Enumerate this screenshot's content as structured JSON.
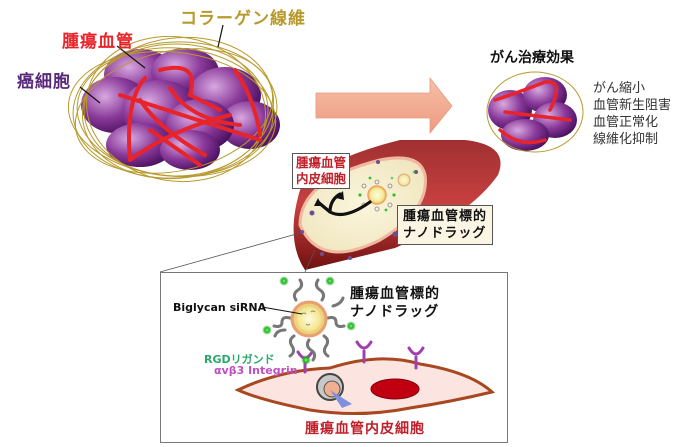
{
  "labels": {
    "collagen": "コラーゲン線維",
    "tumor_vessel": "腫瘍血管",
    "cancer_cell": "癌細胞",
    "effect_title": "がん治療効果",
    "endothelial_box": [
      "腫瘍血管",
      "内皮細胞"
    ],
    "nanodrug_box": [
      "腫瘍血管標的",
      "ナノドラッグ"
    ],
    "nanodrug_inset": [
      "腫瘍血管標的",
      "ナノドラッグ"
    ],
    "sirna": "Biglycan siRNA",
    "rgd": "RGDリガンド",
    "integrin": "αvβ3 Integrin",
    "endothelial_inset": "腫瘍血管内皮細胞"
  },
  "effects": [
    "がん縮小",
    "血管新生阻害",
    "血管正常化",
    "線維化抑制"
  ],
  "colors": {
    "collagen": "#b89a2c",
    "vessel_red": "#e8242a",
    "cell_purple": "#7a2a8a",
    "arrow_salmon": "#f2a890",
    "rgd_green": "#2aa86a",
    "integrin_magenta": "#c050c0",
    "endothelial_red": "#c0202a"
  }
}
